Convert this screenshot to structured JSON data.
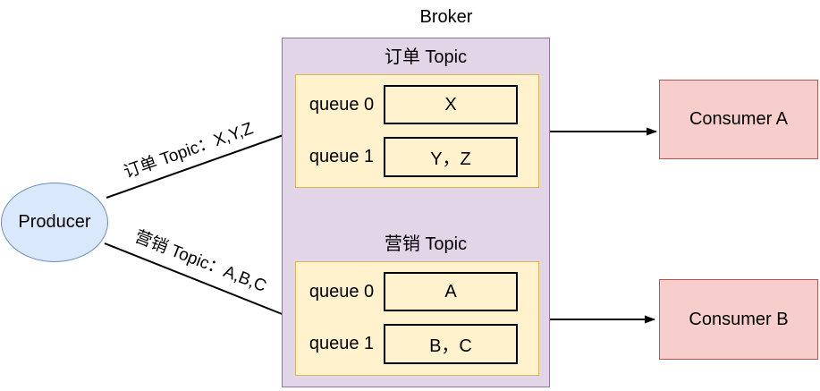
{
  "broker": {
    "label": "Broker"
  },
  "producer": {
    "label": "Producer"
  },
  "topics": [
    {
      "title": "订单 Topic",
      "queues": [
        {
          "label": "queue 0",
          "messages": "X"
        },
        {
          "label": "queue 1",
          "messages": "Y，Z"
        }
      ]
    },
    {
      "title": "营销 Topic",
      "queues": [
        {
          "label": "queue 0",
          "messages": "A"
        },
        {
          "label": "queue 1",
          "messages": "B，C"
        }
      ]
    }
  ],
  "consumers": [
    {
      "label": "Consumer A"
    },
    {
      "label": "Consumer B"
    }
  ],
  "producer_arrows": [
    {
      "label": "订单 Topic：X,Y,Z"
    },
    {
      "label": "营销 Topic：A,B,C"
    }
  ],
  "colors": {
    "producer_fill": "#dae8fc",
    "producer_stroke": "#6c8ebf",
    "broker_fill": "#e1d5e7",
    "broker_stroke": "#9673a6",
    "topic_fill": "#fff2cc",
    "topic_stroke": "#d6b656",
    "queue_box_fill": "#fff2cc",
    "queue_box_stroke": "#000000",
    "consumer_fill": "#f8cecc",
    "consumer_stroke": "#b85450",
    "arrow_color": "#000000",
    "text_color": "#000000"
  }
}
